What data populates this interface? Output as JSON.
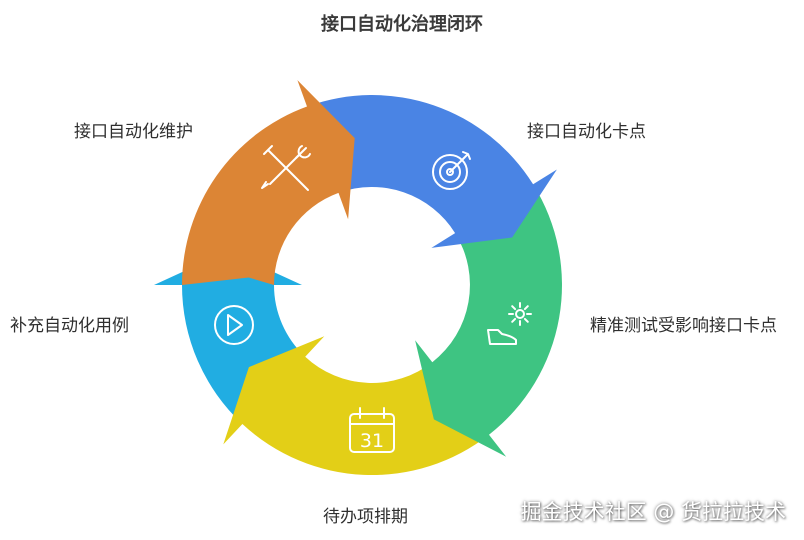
{
  "title": "接口自动化治理闭环",
  "steps": [
    {
      "label": "接口自动化维护",
      "icon": "tools-icon",
      "color": "#dc8535"
    },
    {
      "label": "接口自动化卡点",
      "icon": "target-icon",
      "color": "#4a84e4"
    },
    {
      "label": "精准测试受影响接口卡点",
      "icon": "gear-icon",
      "color": "#3ec482"
    },
    {
      "label": "待办项排期",
      "icon": "calendar-icon",
      "color": "#e3cf17"
    },
    {
      "label": "补充自动化用例",
      "icon": "play-icon",
      "color": "#21ade2"
    }
  ],
  "calendar_day": "31",
  "watermark": "掘金技术社区 @ 货拉拉技术"
}
